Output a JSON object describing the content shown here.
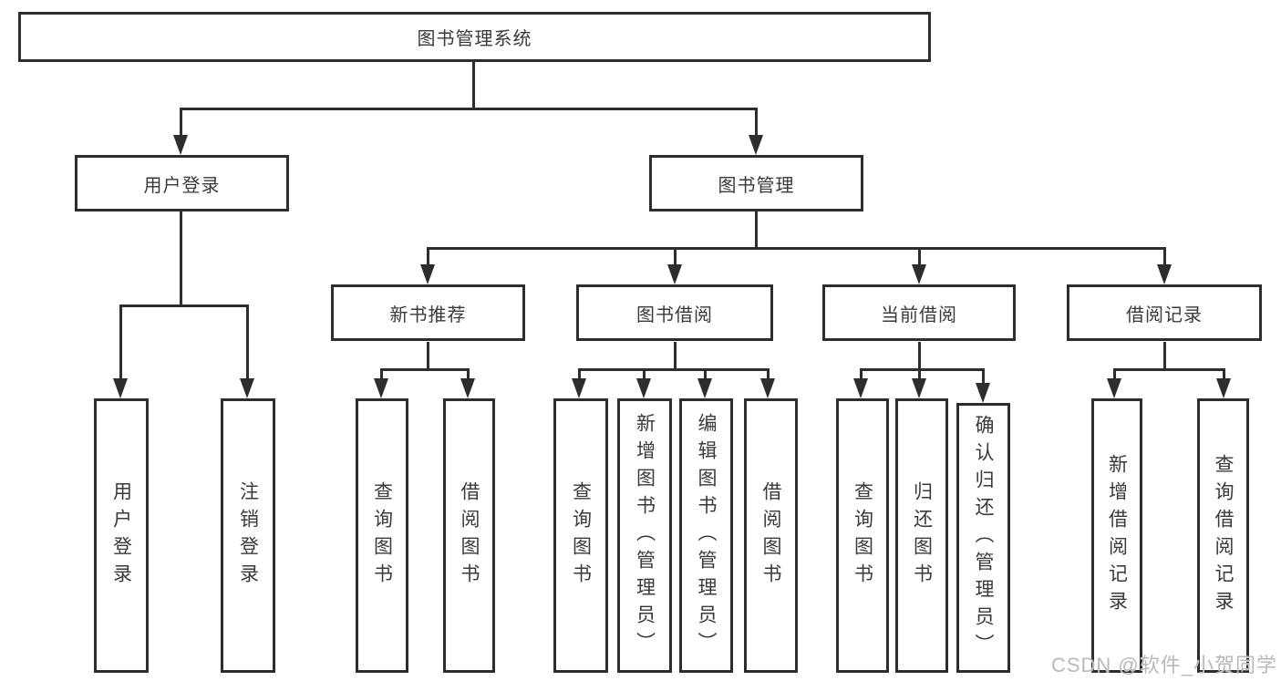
{
  "diagram": {
    "root": {
      "label": "图书管理系统"
    },
    "level2": [
      {
        "id": "user-login",
        "label": "用户登录"
      },
      {
        "id": "book-management",
        "label": "图书管理"
      }
    ],
    "level3": [
      {
        "id": "new-book-recommend",
        "label": "新书推荐"
      },
      {
        "id": "book-borrow",
        "label": "图书借阅"
      },
      {
        "id": "current-borrow",
        "label": "当前借阅"
      },
      {
        "id": "borrow-records",
        "label": "借阅记录"
      }
    ],
    "leaves": [
      {
        "id": "user-login-action",
        "label": "用户登录"
      },
      {
        "id": "logout-action",
        "label": "注销登录"
      },
      {
        "id": "query-books-recommend",
        "label": "查询图书"
      },
      {
        "id": "borrow-books-recommend",
        "label": "借阅图书"
      },
      {
        "id": "query-books-borrow",
        "label": "查询图书"
      },
      {
        "id": "add-books-admin",
        "label": "新增图书（管理员）"
      },
      {
        "id": "edit-books-admin",
        "label": "编辑图书（管理员）"
      },
      {
        "id": "borrow-books-borrow",
        "label": "借阅图书"
      },
      {
        "id": "query-books-current",
        "label": "查询图书"
      },
      {
        "id": "return-books",
        "label": "归还图书"
      },
      {
        "id": "confirm-return-admin",
        "label": "确认归还（管理员）"
      },
      {
        "id": "add-borrow-record",
        "label": "新增借阅记录"
      },
      {
        "id": "query-borrow-record",
        "label": "查询借阅记录"
      }
    ],
    "watermark": "CSDN @软件_小贺同学",
    "colors": {
      "line": "#2d2d2d",
      "text": "#3a3a3a",
      "watermark": "#b9b9b9"
    }
  }
}
